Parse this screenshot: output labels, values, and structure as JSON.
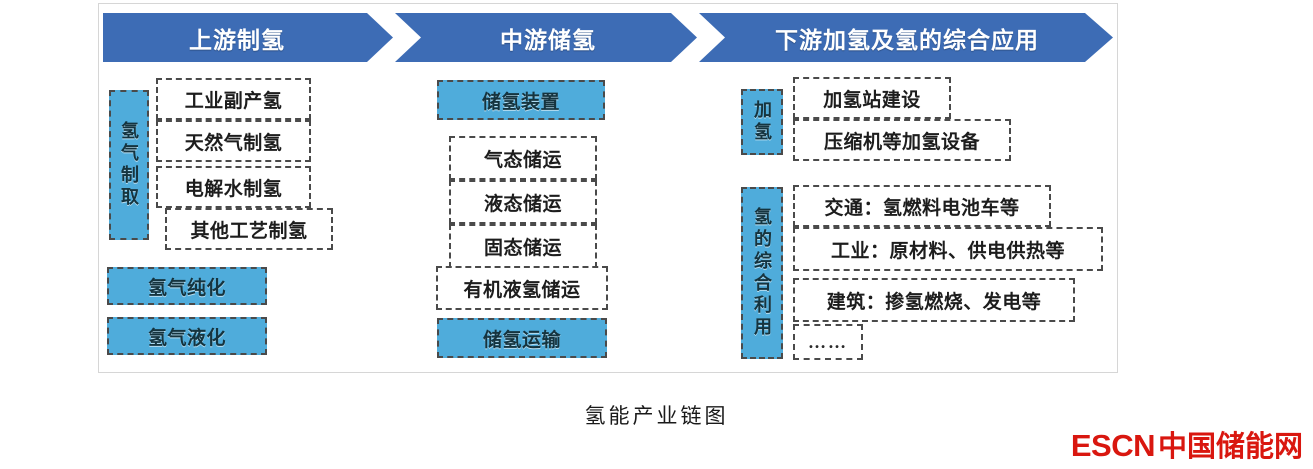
{
  "caption": "氢能产业链图",
  "colors": {
    "header_blue": "#3D6CB5",
    "node_blue": "#4FACDB",
    "border_gray": "#4a4a4a",
    "logo_red": "#D9170F"
  },
  "logo": {
    "english": "ESCN",
    "chinese": "中国储能网"
  },
  "header": {
    "stages": [
      {
        "label": "上游制氢"
      },
      {
        "label": "中游储氢"
      },
      {
        "label": "下游加氢及氢的综合应用"
      }
    ]
  },
  "columns": {
    "upstream": {
      "group_label": "氢气制取",
      "items": [
        {
          "label": "工业副产氢",
          "filled": false
        },
        {
          "label": "天然气制氢",
          "filled": false
        },
        {
          "label": "电解水制氢",
          "filled": false
        },
        {
          "label": "其他工艺制氢",
          "filled": false
        }
      ],
      "extra": [
        {
          "label": "氢气纯化",
          "filled": true
        },
        {
          "label": "氢气液化",
          "filled": true
        }
      ]
    },
    "midstream": {
      "top": {
        "label": "储氢装置",
        "filled": true
      },
      "items": [
        {
          "label": "气态储运",
          "filled": false
        },
        {
          "label": "液态储运",
          "filled": false
        },
        {
          "label": "固态储运",
          "filled": false
        },
        {
          "label": "有机液氢储运",
          "filled": false
        }
      ],
      "bottom": {
        "label": "储氢运输",
        "filled": true
      }
    },
    "downstream": {
      "group_a_label": "加氢",
      "group_a_items": [
        {
          "label": "加氢站建设",
          "filled": false
        },
        {
          "label": "压缩机等加氢设备",
          "filled": false
        }
      ],
      "group_b_label": "氢的综合利用",
      "group_b_items": [
        {
          "label": "交通：氢燃料电池车等",
          "filled": false
        },
        {
          "label": "工业：原材料、供电供热等",
          "filled": false
        },
        {
          "label": "建筑：掺氢燃烧、发电等",
          "filled": false
        },
        {
          "label": "……",
          "filled": false
        }
      ]
    }
  }
}
